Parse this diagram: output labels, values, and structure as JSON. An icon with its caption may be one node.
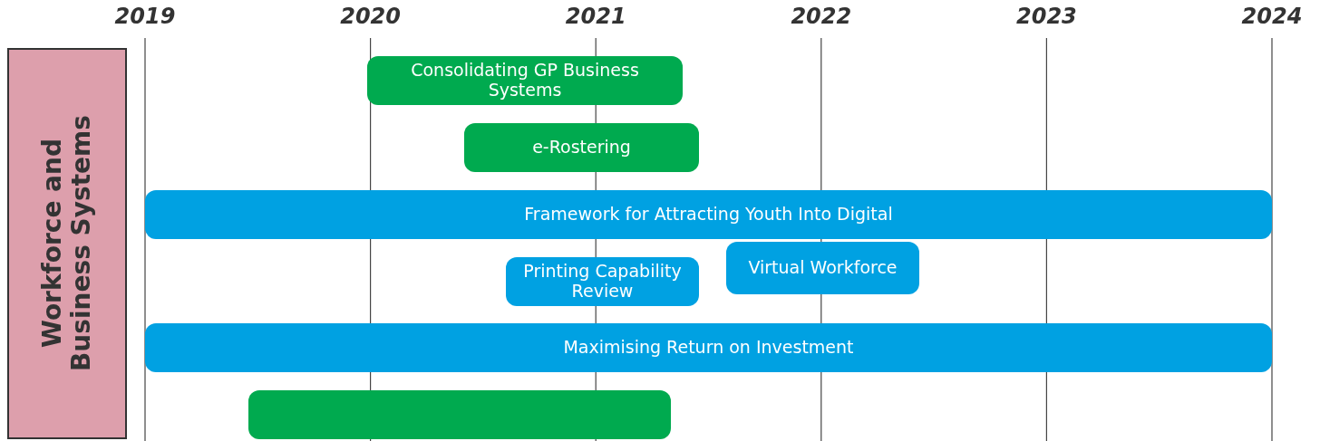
{
  "diagram": {
    "nodes": [
      {
        "text": [
          "Workforce and Business Systems"
        ]
      },
      {
        "text": [
          "Consolidating GP Business Systems"
        ]
      },
      {
        "text": [
          "e-Rostering"
        ]
      },
      {
        "text": [
          "Framework for Attracting Youth Into Digital"
        ]
      },
      {
        "text": [
          "Printing Capability Review"
        ]
      },
      {
        "text": [
          "Virtual Workforce"
        ]
      },
      {
        "text": [
          "Maximising Return on Investment"
        ]
      },
      {
        "text": [],
        "shape": "bar"
      }
    ],
    "edges": [],
    "labels": [
      "2019",
      "2020",
      "2021",
      "2022",
      "2023",
      "2024"
    ]
  }
}
